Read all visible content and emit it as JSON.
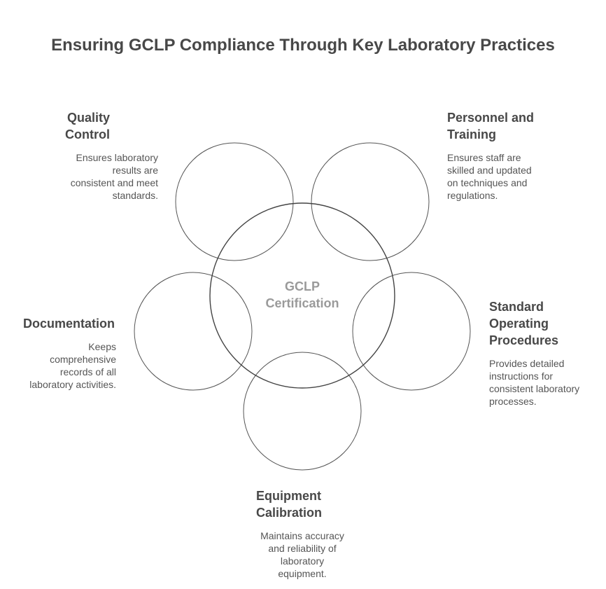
{
  "title": "Ensuring GCLP Compliance Through Key Laboratory Practices",
  "center": {
    "line1": "GCLP",
    "line2": "Certification"
  },
  "colors": {
    "title": "#484848",
    "heading": "#484848",
    "body_text": "#555555",
    "center_text": "#9a9a9a",
    "circle_stroke": "#555555",
    "background": "#ffffff"
  },
  "practices": [
    {
      "id": "quality-control",
      "heading_lines": [
        "Quality",
        "Control"
      ],
      "description_lines": [
        "Ensures laboratory",
        "results are",
        "consistent and meet",
        "standards."
      ]
    },
    {
      "id": "personnel-training",
      "heading_lines": [
        "Personnel and",
        "Training"
      ],
      "description_lines": [
        "Ensures staff are",
        "skilled and updated",
        "on techniques and",
        "regulations."
      ]
    },
    {
      "id": "standard-operating-procedures",
      "heading_lines": [
        "Standard",
        "Operating",
        "Procedures"
      ],
      "description_lines": [
        "Provides detailed",
        "instructions for",
        "consistent laboratory",
        "processes."
      ]
    },
    {
      "id": "equipment-calibration",
      "heading_lines": [
        "Equipment",
        "Calibration"
      ],
      "description_lines": [
        "Maintains accuracy",
        "and reliability of",
        "laboratory",
        "equipment."
      ]
    },
    {
      "id": "documentation",
      "heading_lines": [
        "Documentation"
      ],
      "description_lines": [
        "Keeps",
        "comprehensive",
        "records of all",
        "laboratory activities."
      ]
    }
  ]
}
